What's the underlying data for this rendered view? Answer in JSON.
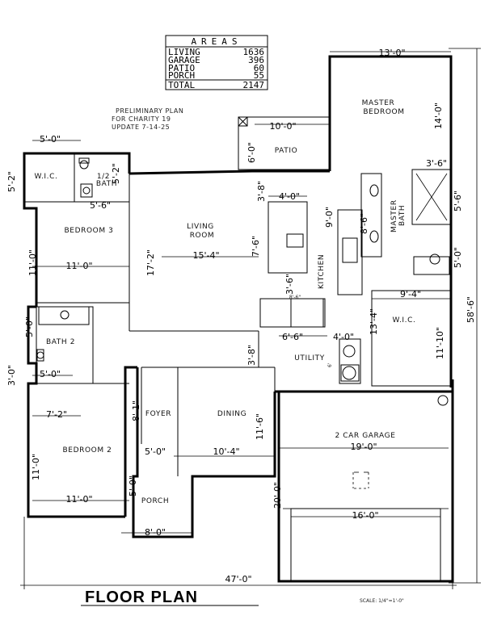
{
  "areas": {
    "title": "AREAS",
    "rows": [
      {
        "label": "LIVING",
        "value": "1636"
      },
      {
        "label": "GARAGE",
        "value": "396"
      },
      {
        "label": "PATIO",
        "value": "60"
      },
      {
        "label": "PORCH",
        "value": "55"
      },
      {
        "label": "TOTAL",
        "value": "2147"
      }
    ]
  },
  "notes": [
    "PRELIMINARY PLAN",
    "FOR CHARITY 19",
    "UPDATE 7-14-25"
  ],
  "rooms": {
    "master_bedroom": [
      "MASTER",
      "BEDROOM"
    ],
    "master_bath": [
      "MASTER",
      "BATH"
    ],
    "patio": "PATIO",
    "wic_left": "W.I.C.",
    "half_bath": [
      "1/2",
      "BATH"
    ],
    "living_room": [
      "LIVING",
      "ROOM"
    ],
    "bedroom3": "BEDROOM 3",
    "kitchen": "KITCHEN",
    "wic_right": "W.I.C.",
    "bath2": "BATH 2",
    "utility": "UTILITY",
    "foyer": "FOYER",
    "dining": "DINING",
    "garage": "2 CAR GARAGE",
    "bedroom2": "BEDROOM 2",
    "porch": "PORCH"
  },
  "dims": {
    "master_w": "13'-0\"",
    "master_h": "14'-0\"",
    "patio_w": "10'-0\"",
    "patio_h": "6'-0\"",
    "wic_w": "5'-0\"",
    "wic_h": "5'-2\"",
    "bath_half": "5'-6\"",
    "bath_half_h": "5'-2\"",
    "living_h": "3'-8\"",
    "island_w": "4'-0\"",
    "island_h": "7'-6\"",
    "kitchen_bar": "8'-6\"",
    "kitchen_h": "9'-0\"",
    "mbath_w": "3'-6\"",
    "mbath_h1": "5'-6\"",
    "mbath_h2": "5'-0\"",
    "bed3_h": "11'-0\"",
    "bed3_w": "11'-0\"",
    "living_rh": "17'-2\"",
    "living_w": "15'-4\"",
    "util_h": "3'-6\"",
    "util_small": "8'-6\"",
    "wic_r_w": "9'-4\"",
    "wic_r_h1": "13'-4\"",
    "wic_r_h2": "11'-10\"",
    "bath2_h": "5'-0\"",
    "bath2_w": "5'-0\"",
    "bath2_x": "3'-0\"",
    "util_w": "6'-6\"",
    "util_w2": "4'-0\"",
    "util_h2": "3'-8\"",
    "util_tiny": "6'",
    "bed2_w": "7'-2\"",
    "foyer_h": "8'-1\"",
    "dining_h": "11'-6\"",
    "garage_w": "19'-0\"",
    "bed2_h": "11'-0\"",
    "bed2_w2": "11'-0\"",
    "porch_w": "5'-0\"",
    "dining_w": "10'-4\"",
    "porch_h": "5'-0\"",
    "garage_h": "20'-0\"",
    "garage_door": "16'-0\"",
    "porch_w2": "8'-0\"",
    "total_w": "47'-0\"",
    "total_h": "58'-6\""
  },
  "title": "FLOOR PLAN",
  "scale": "SCALE:  1/4\"=1'-0\""
}
